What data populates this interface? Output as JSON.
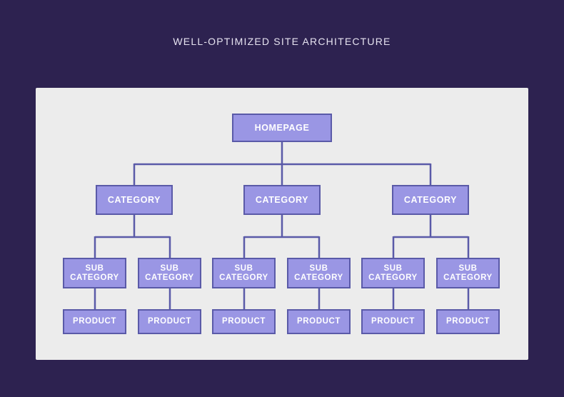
{
  "title": "WELL-OPTIMIZED SITE ARCHITECTURE",
  "colors": {
    "background": "#2d2250",
    "panel": "#ececec",
    "node_fill": "#9a96e4",
    "node_border": "#5a5aa8",
    "connector": "#5a5aa8"
  },
  "diagram": {
    "root": {
      "label": "HOMEPAGE"
    },
    "categories": [
      {
        "label": "CATEGORY",
        "subcategories": [
          {
            "label": "SUB\nCATEGORY",
            "product": "PRODUCT"
          },
          {
            "label": "SUB\nCATEGORY",
            "product": "PRODUCT"
          }
        ]
      },
      {
        "label": "CATEGORY",
        "subcategories": [
          {
            "label": "SUB\nCATEGORY",
            "product": "PRODUCT"
          },
          {
            "label": "SUB\nCATEGORY",
            "product": "PRODUCT"
          }
        ]
      },
      {
        "label": "CATEGORY",
        "subcategories": [
          {
            "label": "SUB\nCATEGORY",
            "product": "PRODUCT"
          },
          {
            "label": "SUB\nCATEGORY",
            "product": "PRODUCT"
          }
        ]
      }
    ]
  }
}
